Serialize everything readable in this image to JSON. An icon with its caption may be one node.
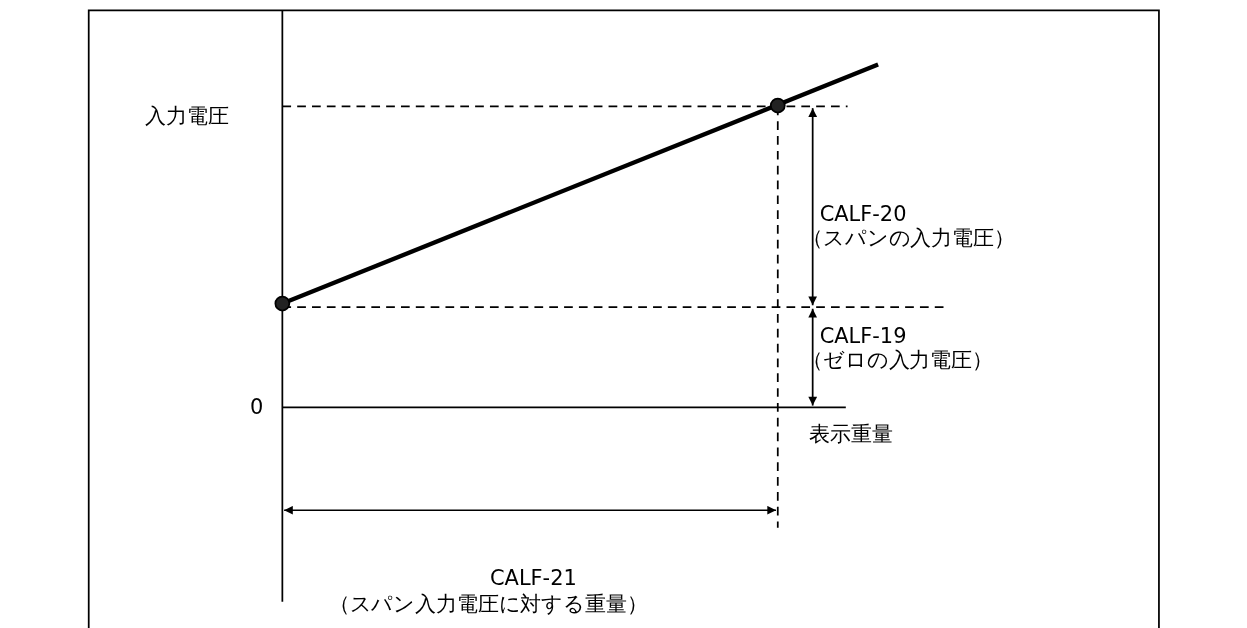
{
  "diagram": {
    "labels": [
      "入力電圧",
      "CALF-20",
      "（スパンの入力電圧）",
      "CALF-19",
      "（ゼロの入力電圧）",
      "0",
      "表示重量",
      "CALF-21",
      "（スパン入力電圧に対する重量）"
    ]
  }
}
